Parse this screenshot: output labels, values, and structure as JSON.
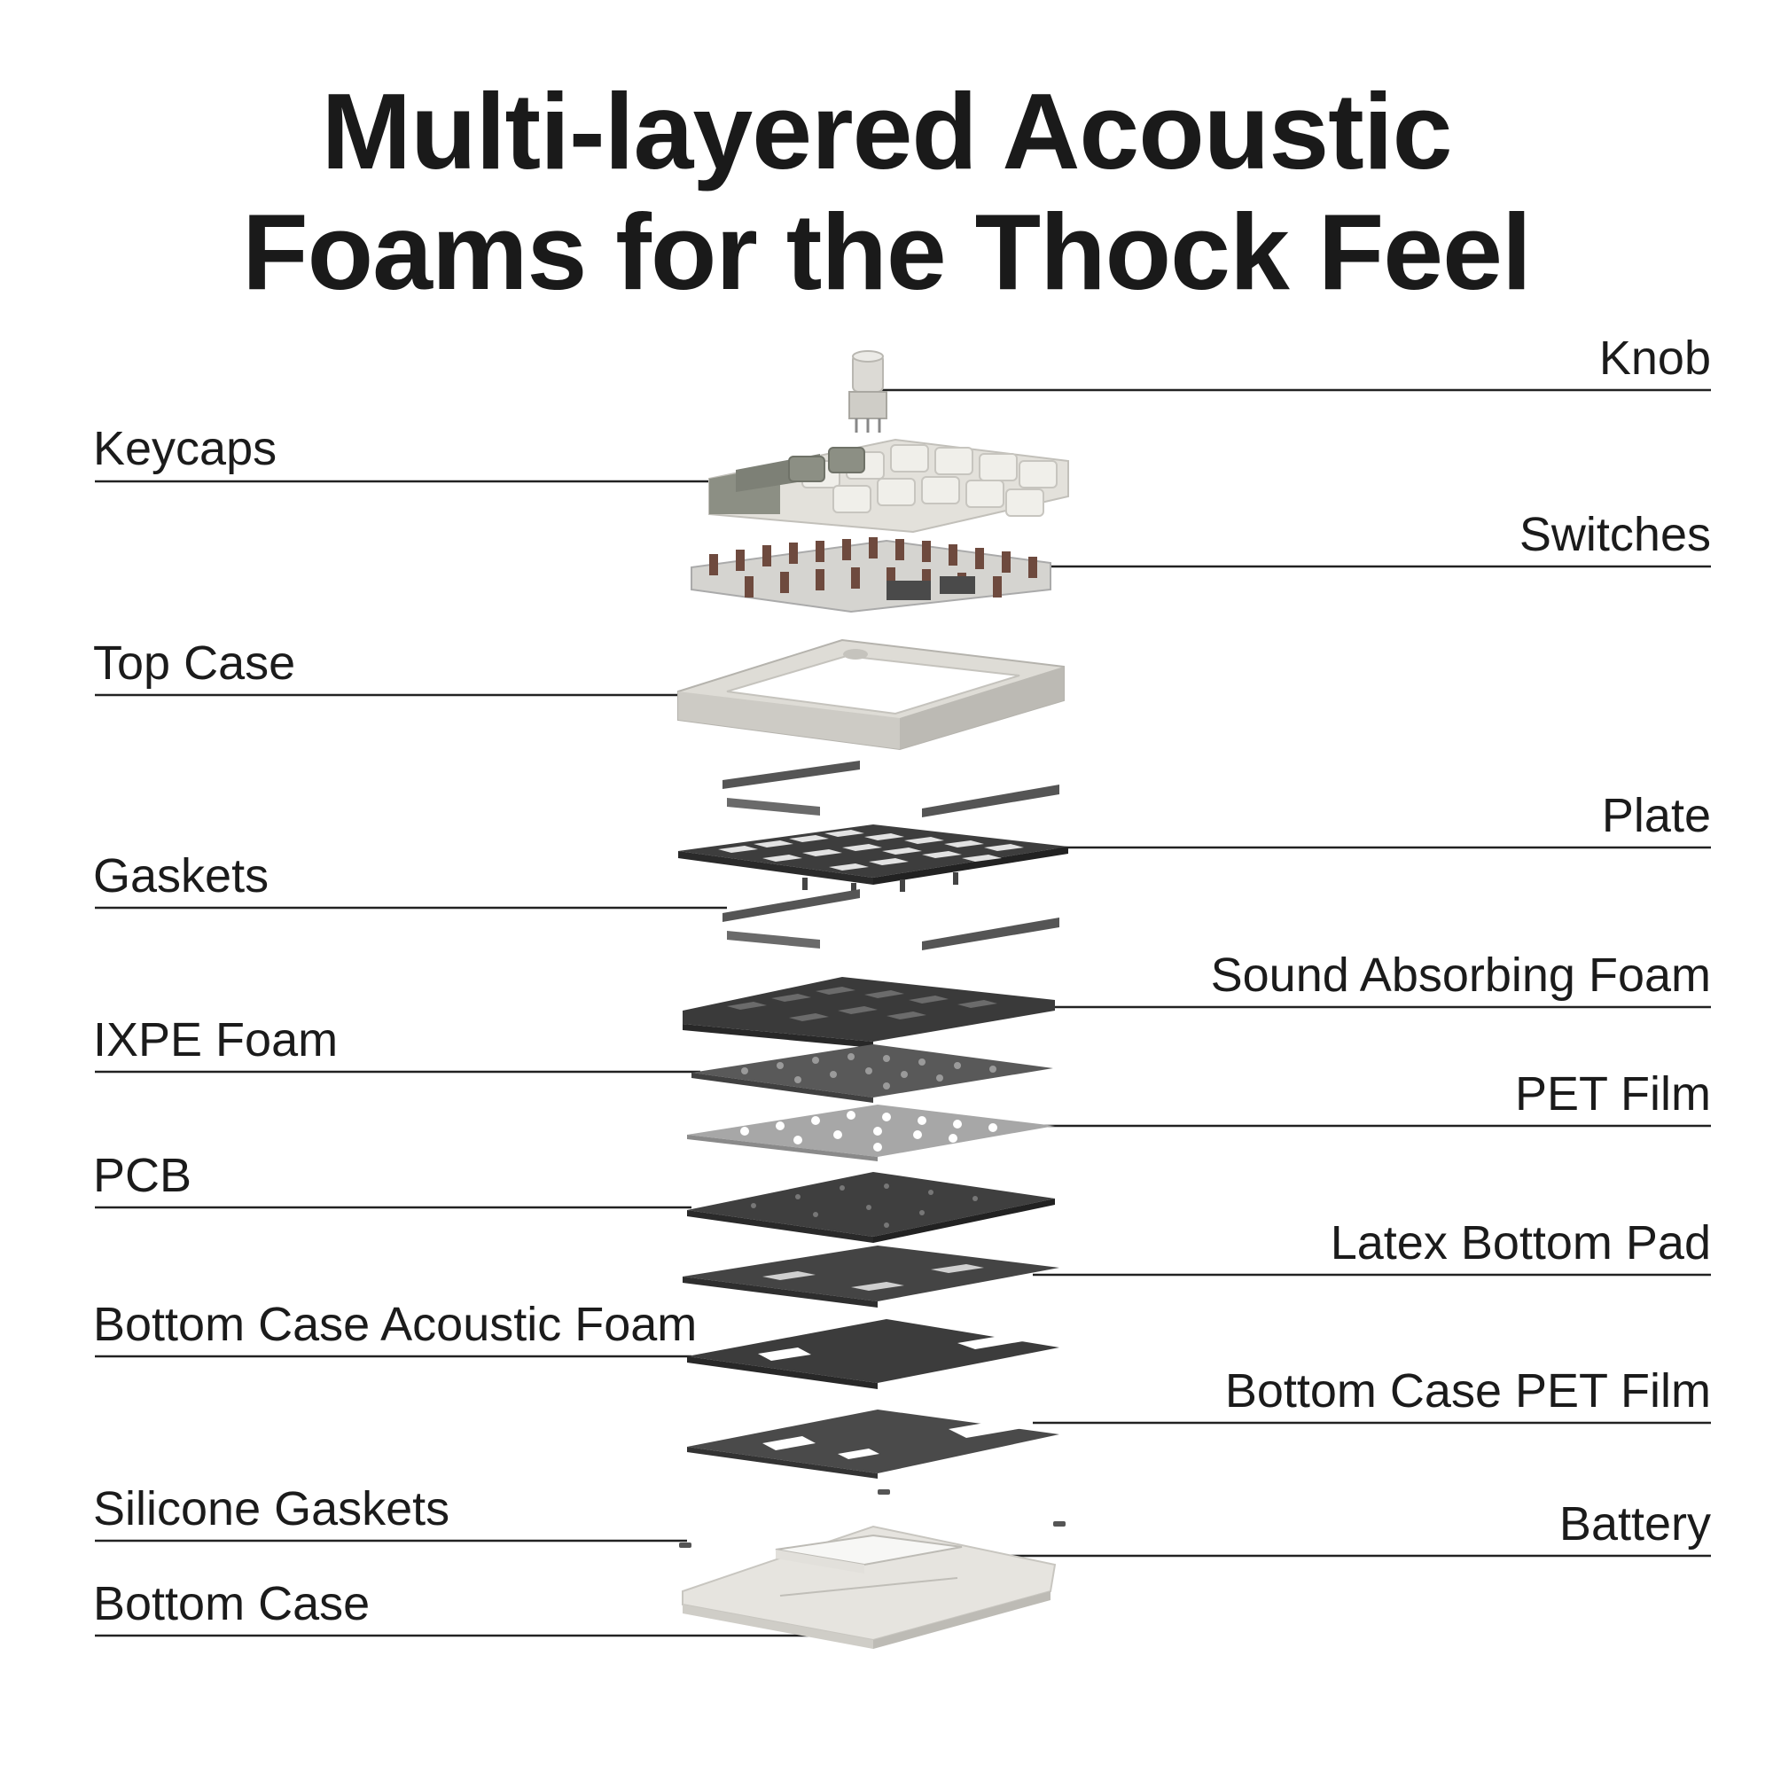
{
  "title": {
    "line1": "Multi-layered Acoustic",
    "line2": "Foams for the Thock Feel"
  },
  "labels_left": [
    {
      "id": "keycaps",
      "text": "Keycaps"
    },
    {
      "id": "top-case",
      "text": "Top Case"
    },
    {
      "id": "gaskets",
      "text": "Gaskets"
    },
    {
      "id": "ixpe-foam",
      "text": "IXPE Foam"
    },
    {
      "id": "pcb",
      "text": "PCB"
    },
    {
      "id": "bottom-case-acoustic-foam",
      "text": "Bottom Case Acoustic Foam"
    },
    {
      "id": "silicone-gaskets",
      "text": "Silicone Gaskets"
    },
    {
      "id": "bottom-case",
      "text": "Bottom Case"
    }
  ],
  "labels_right": [
    {
      "id": "knob",
      "text": "Knob"
    },
    {
      "id": "switches",
      "text": "Switches"
    },
    {
      "id": "plate",
      "text": "Plate"
    },
    {
      "id": "sound-absorbing-foam",
      "text": "Sound Absorbing Foam"
    },
    {
      "id": "pet-film",
      "text": "PET Film"
    },
    {
      "id": "latex-bottom-pad",
      "text": "Latex Bottom Pad"
    },
    {
      "id": "bottom-case-pet-film",
      "text": "Bottom Case PET Film"
    },
    {
      "id": "battery",
      "text": "Battery"
    }
  ],
  "colors": {
    "text": "#1b1b1b",
    "leader_line": "#222222",
    "light_part": "#dedcd6",
    "dark_part": "#3d3d3d",
    "mid_part": "#8a8a8a",
    "keycap_green": "#8c8f84",
    "switch_stem": "#6e4a3e"
  }
}
